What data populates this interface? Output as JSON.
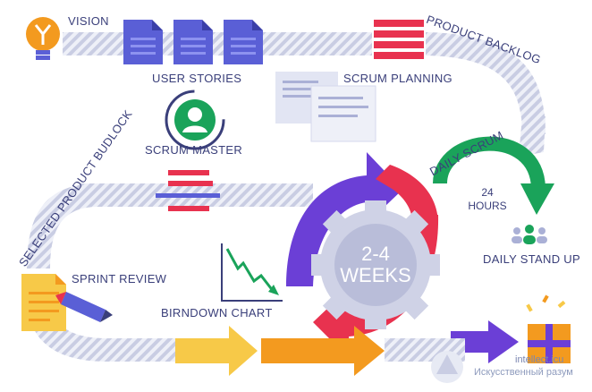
{
  "labels": {
    "vision": "VISION",
    "user_stories": "USER STORIES",
    "product_backlog": "PRODUCT BACKLOG",
    "scrum_planning": "SCRUM PLANNING",
    "scrum_master": "SCRUM MASTER",
    "daily_scrum": "DAILY SCRUM",
    "selected_product_backlog": "SELECTED PRODUCT BUDLOCK",
    "hours_value": "24",
    "hours_unit": "HOURS",
    "daily_stand_up": "DAILY STAND UP",
    "sprint_review": "SPRINT REVIEW",
    "burndown_chart": "BIRNDOWN CHART",
    "weeks_value": "2-4",
    "weeks_unit": "WEEKS"
  },
  "watermark": {
    "line1": "Искусственный разум",
    "line2": "intellect.icu"
  },
  "colors": {
    "navy": "#3a3f7a",
    "indigo": "#5a5fd6",
    "purple": "#6b3fd6",
    "red": "#e8324f",
    "green": "#1aa35a",
    "orange": "#f39a1f",
    "yellow": "#f7c948",
    "stripe": "#c9cde3",
    "gray_gear": "#cfd2e6"
  }
}
